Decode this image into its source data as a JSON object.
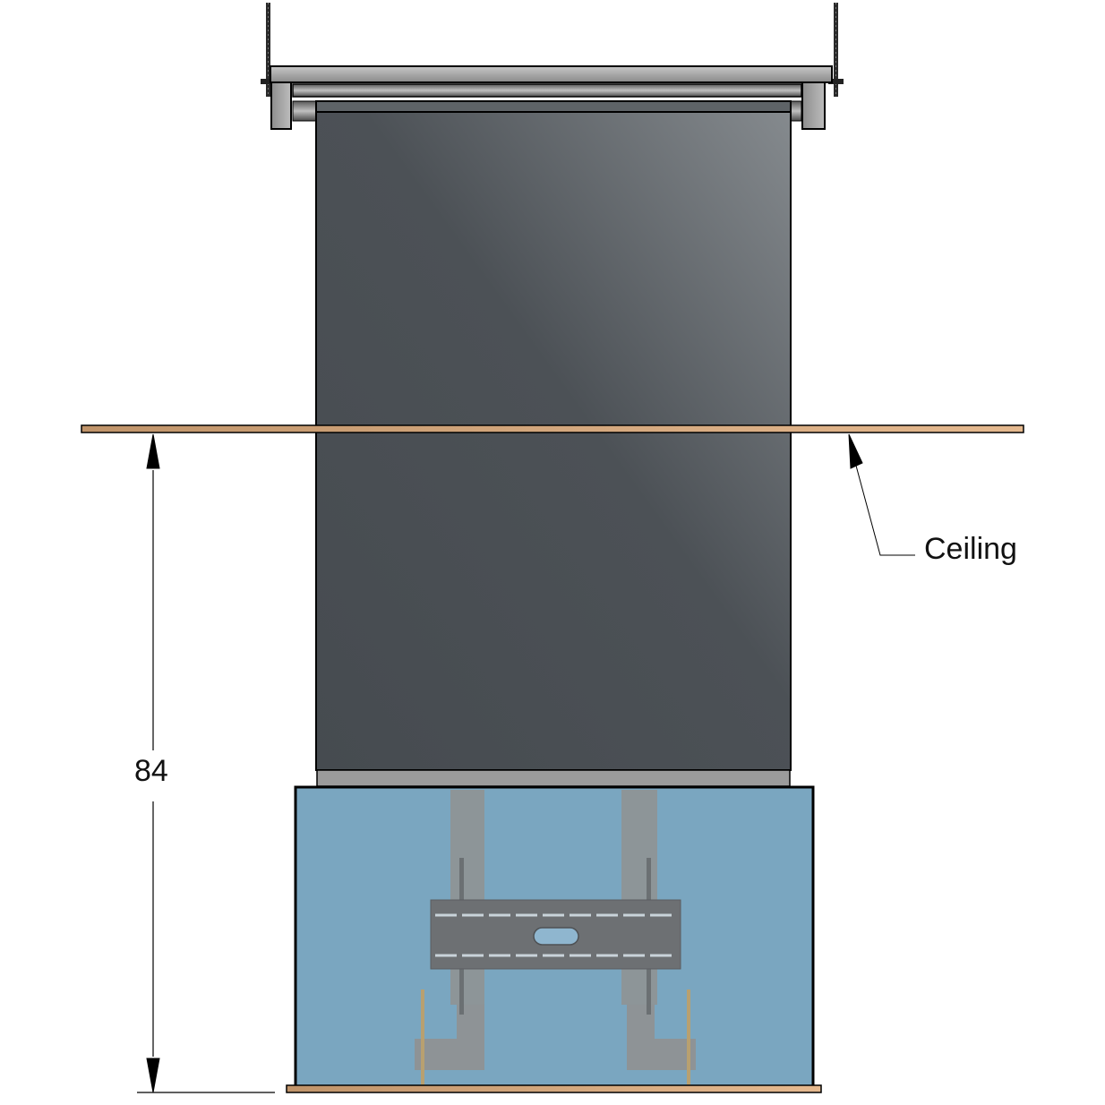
{
  "diagram": {
    "title": "Ceiling-mounted motorized TV lift elevation",
    "labels": {
      "ceiling": "Ceiling",
      "dimension_value": "84"
    },
    "colors": {
      "background": "#ffffff",
      "ceiling_board": "#c99c6c",
      "screen_dark": "#484d52",
      "screen_light": "#7c8084",
      "housing_metal": "#9a9a9a",
      "lift_cabinet": "#7aa6c0",
      "mount_bracket": "#6d7073",
      "lift_column": "#8e9396",
      "outline": "#000000"
    },
    "components": [
      {
        "name": "threaded-rod-left"
      },
      {
        "name": "threaded-rod-right"
      },
      {
        "name": "roller-housing"
      },
      {
        "name": "projection-screen"
      },
      {
        "name": "ceiling-board"
      },
      {
        "name": "bottom-bar"
      },
      {
        "name": "lift-cabinet"
      },
      {
        "name": "tv-mount-plate"
      },
      {
        "name": "lift-columns"
      },
      {
        "name": "floor-board"
      },
      {
        "name": "dimension-arrow"
      },
      {
        "name": "ceiling-leader-arrow"
      }
    ]
  }
}
